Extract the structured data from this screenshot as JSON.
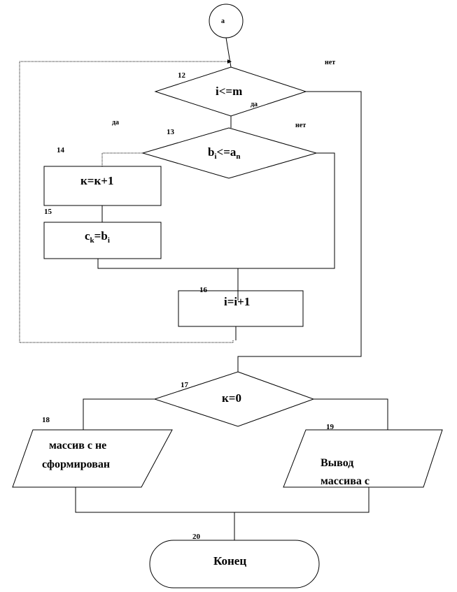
{
  "connector": {
    "label": "a"
  },
  "blocks": {
    "b12": {
      "num": "12",
      "cond": "i<=m",
      "yes": "да",
      "no": "нет"
    },
    "b13": {
      "num": "13",
      "cond_base": "b",
      "cond_sub": "i",
      "cond_mid": "<=a",
      "cond_sub2": "n",
      "yes": "да",
      "no": "нет"
    },
    "b14": {
      "num": "14",
      "text": "к=к+1"
    },
    "b15": {
      "num": "15",
      "text_base": "c",
      "text_sub": "k",
      "text_mid": "=b",
      "text_sub2": "i"
    },
    "b16": {
      "num": "16",
      "text": "i=i+1"
    },
    "b17": {
      "num": "17",
      "cond": "к=0"
    },
    "b18": {
      "num": "18",
      "line1": "массив с не",
      "line2": "сформирован"
    },
    "b19": {
      "num": "19",
      "line1": "Вывод",
      "line2": "массива с"
    },
    "b20": {
      "num": "20",
      "text": "Конец"
    }
  }
}
